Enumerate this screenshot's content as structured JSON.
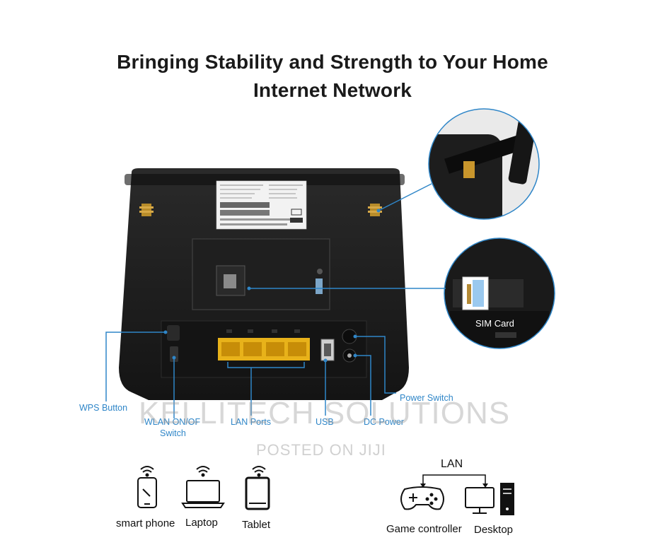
{
  "headline": {
    "line1": "Bringing Stability and Strength to Your Home",
    "line2": "Internet Network"
  },
  "callouts": {
    "sim_card": "SIM Card",
    "wps_button": "WPS Button",
    "wlan_switch_line1": "WLAN ON/OF",
    "wlan_switch_line2": "Switch",
    "lan_ports": "LAN Ports",
    "usb": "USB",
    "dc_power": "DC Power",
    "power_switch": "Power Switch"
  },
  "watermark": {
    "brand": "KELLITECH SOLUTIONS",
    "posted": "POSTED ON JIJI"
  },
  "devices": {
    "smart_phone": "smart phone",
    "laptop": "Laptop",
    "tablet": "Tablet",
    "lan": "LAN",
    "game_controller": "Game controller",
    "desktop": "Desktop"
  },
  "colors": {
    "callout": "#2f86c8",
    "router_body": "#1b1b1b",
    "lan_port": "#e8b21a"
  }
}
